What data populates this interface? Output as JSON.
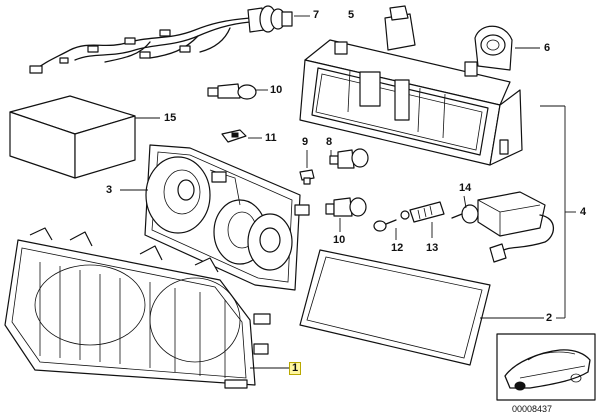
{
  "callouts": [
    {
      "id": "c7",
      "label": "7"
    },
    {
      "id": "c5",
      "label": "5"
    },
    {
      "id": "c6",
      "label": "6"
    },
    {
      "id": "c10a",
      "label": "10"
    },
    {
      "id": "c15",
      "label": "15"
    },
    {
      "id": "c11",
      "label": "11"
    },
    {
      "id": "c9",
      "label": "9"
    },
    {
      "id": "c8",
      "label": "8"
    },
    {
      "id": "c3",
      "label": "3"
    },
    {
      "id": "c14",
      "label": "14"
    },
    {
      "id": "c4",
      "label": "4"
    },
    {
      "id": "c10b",
      "label": "10"
    },
    {
      "id": "c12",
      "label": "12"
    },
    {
      "id": "c13",
      "label": "13"
    },
    {
      "id": "c2",
      "label": "2"
    },
    {
      "id": "c1",
      "label": "1"
    }
  ],
  "diagram_id": "00008437"
}
